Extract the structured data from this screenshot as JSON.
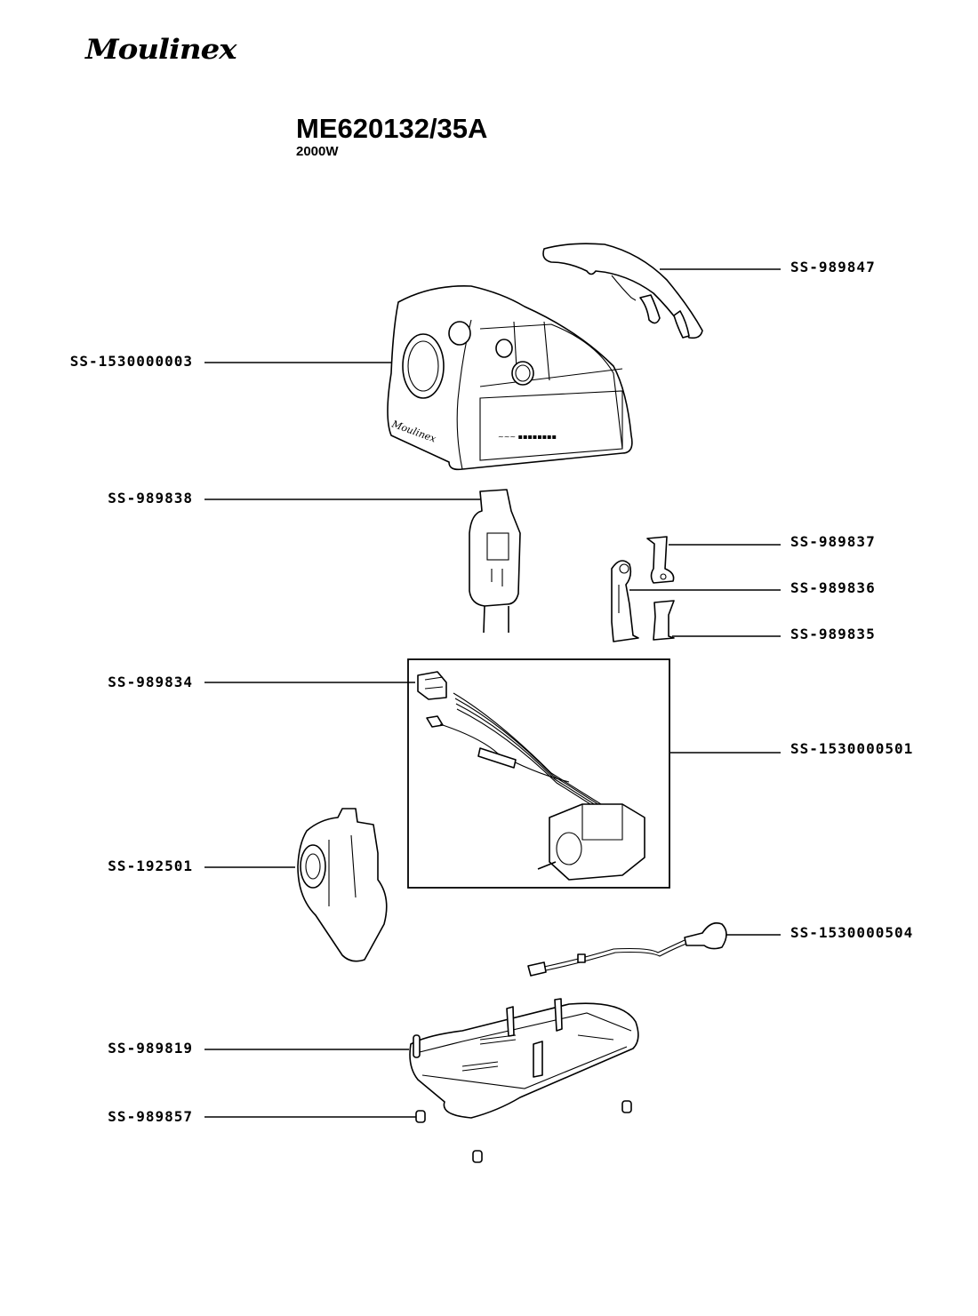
{
  "header": {
    "brand": "Moulinex",
    "model": "ME620132/35A",
    "power": "2000W"
  },
  "parts": {
    "top_cover": {
      "ref": "SS-989847"
    },
    "housing": {
      "ref": "SS-1530000003"
    },
    "switch_block": {
      "ref": "SS-989838"
    },
    "clip_upper": {
      "ref": "SS-989837"
    },
    "lever": {
      "ref": "SS-989836"
    },
    "clip_lower": {
      "ref": "SS-989835"
    },
    "connector": {
      "ref": "SS-989834"
    },
    "motor_assembly": {
      "ref": "SS-1530000501"
    },
    "gearbox": {
      "ref": "SS-192501"
    },
    "power_cord": {
      "ref": "SS-1530000504"
    },
    "base": {
      "ref": "SS-989819"
    },
    "feet": {
      "ref": "SS-989857"
    }
  }
}
